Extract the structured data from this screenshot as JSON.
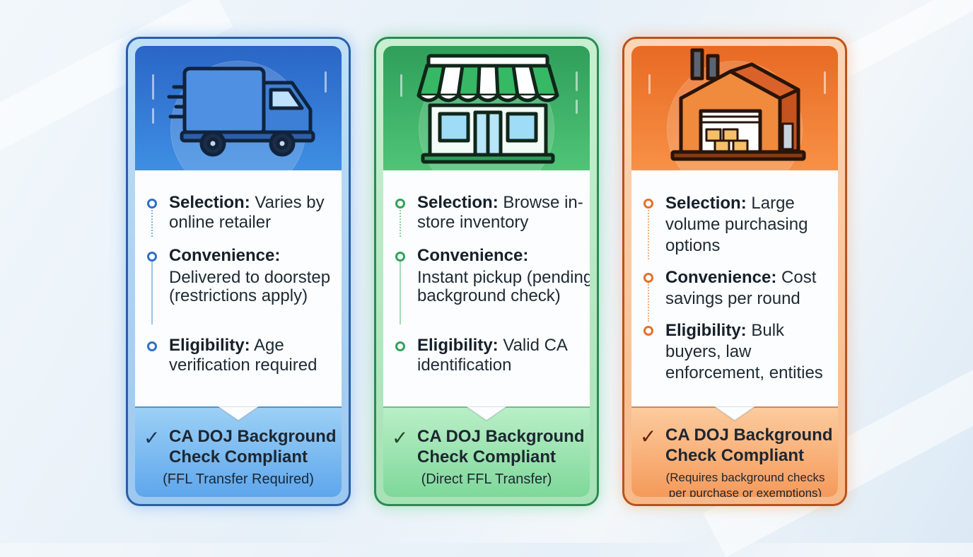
{
  "cards": [
    {
      "icon": "delivery-truck-icon",
      "accent": "#2f6fc9",
      "items": [
        {
          "label": "Selection:",
          "text": "Varies by online retailer"
        },
        {
          "label": "Convenience:",
          "text": "Delivered to doorstep (restrictions apply)"
        },
        {
          "label": "Eligibility:",
          "text": "Age verification required"
        }
      ],
      "check": "✓",
      "compliance": "CA DOJ Background Check Compliant",
      "note": "(FFL Transfer Required)"
    },
    {
      "icon": "storefront-icon",
      "accent": "#2fa35a",
      "items": [
        {
          "label": "Selection:",
          "text": "Browse in-store inventory"
        },
        {
          "label": "Convenience:",
          "text": "Instant pickup (pending background check)"
        },
        {
          "label": "Eligibility:",
          "text": "Valid CA identification"
        }
      ],
      "check": "✓",
      "compliance": "CA DOJ Background Check Compliant",
      "note": "(Direct FFL Transfer)"
    },
    {
      "icon": "warehouse-icon",
      "accent": "#e4702a",
      "items": [
        {
          "label": "Selection:",
          "text": "Large volume purchasing options"
        },
        {
          "label": "Convenience:",
          "text": "Cost savings per round"
        },
        {
          "label": "Eligibility:",
          "text": "Bulk buyers, law enforcement, entities"
        }
      ],
      "check": "✓",
      "compliance": "CA DOJ Background Check Compliant",
      "note": "(Requires background checks per purchase or exemptions)"
    }
  ]
}
